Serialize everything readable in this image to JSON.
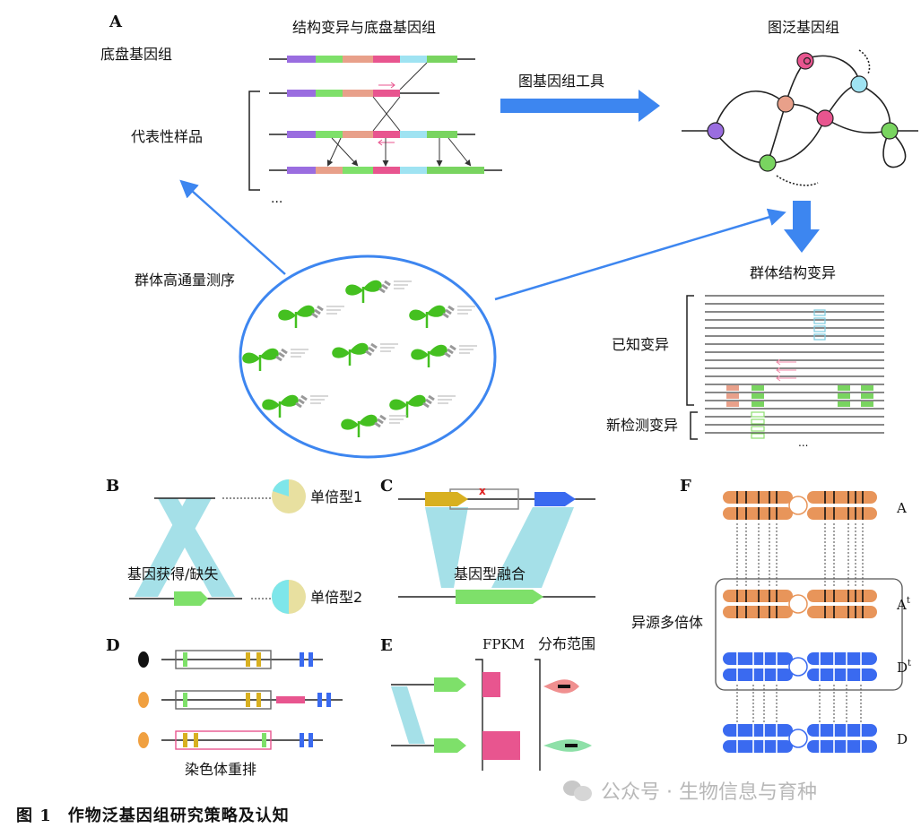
{
  "panels": {
    "a": "A",
    "b": "B",
    "c": "C",
    "d": "D",
    "e": "E",
    "f": "F"
  },
  "panel_a": {
    "ref_genome": "底盘基因组",
    "sv_title": "结构变异与底盘基因组",
    "samples": "代表性样品",
    "ellipsis": "...",
    "tool": "图基因组工具",
    "pan_graph": "图泛基因组",
    "seq": "群体高通量测序",
    "pop_sv": "群体结构变异",
    "known": "已知变异",
    "novel": "新检测变异",
    "dots": "..."
  },
  "panel_b": {
    "gain_loss": "基因获得/缺失",
    "hap1": "单倍型1",
    "hap2": "单倍型2"
  },
  "panel_c": {
    "fusion": "基因型融合"
  },
  "panel_d": {
    "rearr": "染色体重排"
  },
  "panel_e": {
    "fpkm": "FPKM",
    "dist": "分布范围"
  },
  "panel_f": {
    "allo": "异源多倍体",
    "A": "A",
    "At": "A",
    "At_sup": "t",
    "Dt": "D",
    "Dt_sup": "t",
    "D": "D"
  },
  "caption": {
    "num": "图 1",
    "text": "作物泛基因组研究策略及认知"
  },
  "watermark": "公众号 · 生物信息与育种",
  "colors": {
    "purple": "#9a6de0",
    "green": "#7ee06a",
    "salmon": "#e8a08a",
    "pink": "#e8558f",
    "cyan": "#9fe3f2",
    "ltgreen": "#79d460",
    "arrow": "#3d86f0",
    "orange": "#f0a060",
    "blue": "#3a6af0",
    "teal": "#a5e0e8",
    "gold": "#d8b020"
  }
}
